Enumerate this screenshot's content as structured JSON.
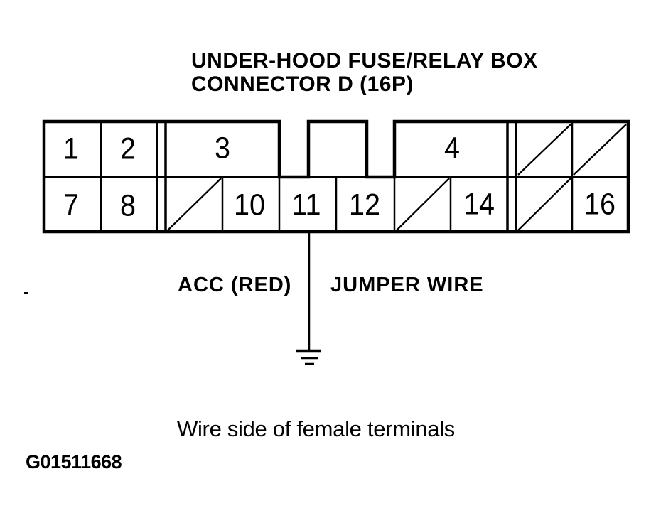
{
  "title": {
    "line1": "UNDER-HOOD FUSE/RELAY BOX",
    "line2": "CONNECTOR D (16P)"
  },
  "pins": [
    {
      "label": "1"
    },
    {
      "label": "2"
    },
    {
      "label": "3"
    },
    {
      "label": "4"
    },
    {
      "label": "7"
    },
    {
      "label": "8"
    },
    {
      "label": "10"
    },
    {
      "label": "11"
    },
    {
      "label": "12"
    },
    {
      "label": "14"
    },
    {
      "label": "16"
    }
  ],
  "connector": {
    "rows": 2,
    "unused_cell_marker": "diagonal-slash",
    "unused_cell_count": 5
  },
  "wire": {
    "color_label": "ACC (RED)",
    "type_label": "JUMPER WIRE",
    "connected_pin_label": "11",
    "terminates_at": "ground-symbol"
  },
  "caption": "Wire side of female terminals",
  "figure_id": "G01511668",
  "stray_mark": "-",
  "colors": {
    "ink": "#000000",
    "background": "#ffffff"
  }
}
